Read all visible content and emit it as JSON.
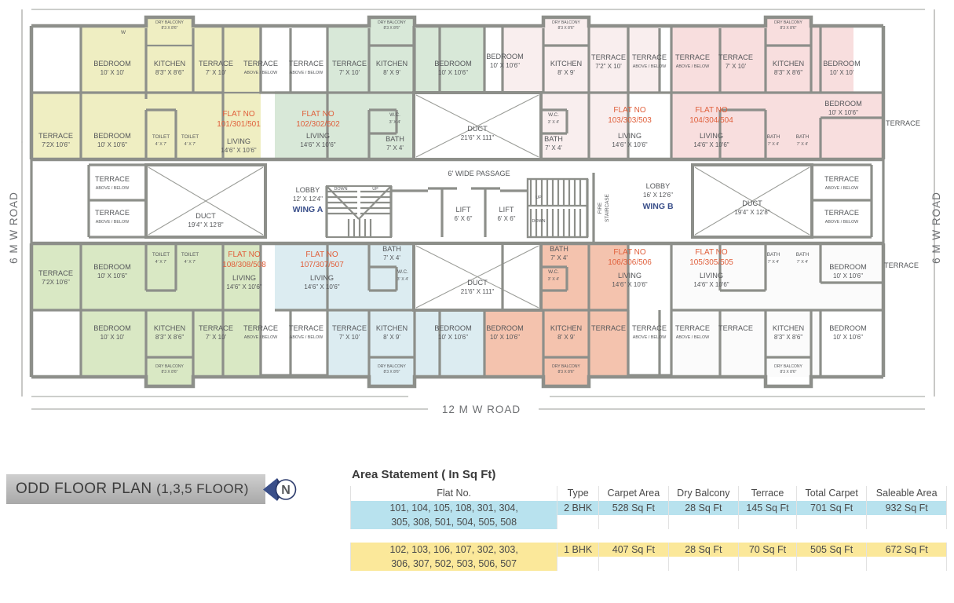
{
  "title_bar": {
    "main": "ODD FLOOR PLAN",
    "sub": "(1,3,5 FLOOR)",
    "compass_label": "N"
  },
  "roads": {
    "left": "6 M W ROAD",
    "right": "6 M W ROAD",
    "bottom": "12 M W ROAD"
  },
  "colors": {
    "flat_101": "#efeec2",
    "flat_102": "#d8e8d8",
    "flat_103": "#f9eeee",
    "flat_104": "#f8dede",
    "flat_105": "#fbfbfb",
    "flat_106": "#f4c3ae",
    "flat_107": "#dcecf1",
    "flat_108": "#d9e8c4",
    "wall": "#8d8f8a",
    "flat_label": "#e0603c",
    "wing_label": "#3a4f8a",
    "table_blue": "#b8e2ee",
    "table_yellow": "#fbe89a"
  },
  "common": {
    "passage": "6' WIDE PASSAGE",
    "lobby_a_name": "LOBBY",
    "lobby_a_dim": "12' X 12'4\"",
    "wing_a": "WING A",
    "lobby_b_name": "LOBBY",
    "lobby_b_dim": "16' X 12'6\"",
    "wing_b": "WING B",
    "lift": "LIFT",
    "lift_dim": "6' X 6\"",
    "fire_staircase": "FIRE STAIRCASE",
    "up": "UP",
    "down": "DOWN",
    "duct_left": "DUCT",
    "duct_left_dim": "19'4\" X 12'8\"",
    "duct_right": "DUCT",
    "duct_right_dim": "19'4\" X 12'8\"",
    "duct_top": "DUCT",
    "duct_top_dim": "21'6\" X 111\"",
    "duct_bottom": "DUCT",
    "duct_bottom_dim": "21'6\" X 111\""
  },
  "flats": [
    {
      "id": "101",
      "label": "FLAT NO",
      "number": "101/301/501"
    },
    {
      "id": "102",
      "label": "FLAT NO",
      "number": "102/302/502"
    },
    {
      "id": "103",
      "label": "FLAT NO",
      "number": "103/303/503"
    },
    {
      "id": "104",
      "label": "FLAT NO",
      "number": "104/304/504"
    },
    {
      "id": "105",
      "label": "FLAT NO",
      "number": "105/305/505"
    },
    {
      "id": "106",
      "label": "FLAT NO",
      "number": "106/306/506"
    },
    {
      "id": "107",
      "label": "FLAT NO",
      "number": "107/307/507"
    },
    {
      "id": "108",
      "label": "FLAT NO",
      "number": "108/308/508"
    }
  ],
  "room_names": {
    "bedroom": "BEDROOM",
    "kitchen": "KITCHEN",
    "living": "LIVING",
    "terrace": "TERRACE",
    "terrace_ab": "ABOVE / BELOW",
    "toilet": "TOILET",
    "bath": "BATH",
    "wc": "W.C.",
    "dry_balcony": "DRY BALCONY",
    "w_mark": "W"
  },
  "dims": {
    "bed_10x10": "10' X 10'",
    "bed_10x106": "10' X 10'6\"",
    "kitchen_83x86": "8'3\" X 8'6\"",
    "kitchen_8x9": "8' X 9'",
    "living_146x106": "14'6\" X 10'6\"",
    "terrace_7x10": "7' X 10'",
    "terrace_72x10": "7'2\" X 10'",
    "terrace_72x106": "7'2X 10'6\"",
    "toilet_4x7": "4' X 7'",
    "bath_7x4": "7' X 4'",
    "wc_3x4": "3' X 4'",
    "dry_balcony_dim": "8'3 X 8'6\""
  },
  "area_statement": {
    "title": "Area Statement ( In Sq Ft)",
    "headers": [
      "Flat No.",
      "Type",
      "Carpet Area",
      "Dry Balcony",
      "Terrace",
      "Total Carpet",
      "Saleable Area"
    ],
    "rows": [
      {
        "flat_line1": "101, 104, 105, 108, 301, 304,",
        "flat_line2": "305, 308, 501, 504, 505, 508",
        "type": "2 BHK",
        "carpet": "528 Sq Ft",
        "dry_balcony": "28 Sq Ft",
        "terrace": "145 Sq Ft",
        "total_carpet": "701 Sq Ft",
        "saleable": "932 Sq Ft"
      },
      {
        "flat_line1": "102, 103, 106, 107, 302, 303,",
        "flat_line2": "306, 307, 502, 503, 506, 507",
        "type": "1 BHK",
        "carpet": "407 Sq Ft",
        "dry_balcony": "28 Sq Ft",
        "terrace": "70 Sq Ft",
        "total_carpet": "505 Sq Ft",
        "saleable": "672 Sq Ft"
      }
    ]
  }
}
